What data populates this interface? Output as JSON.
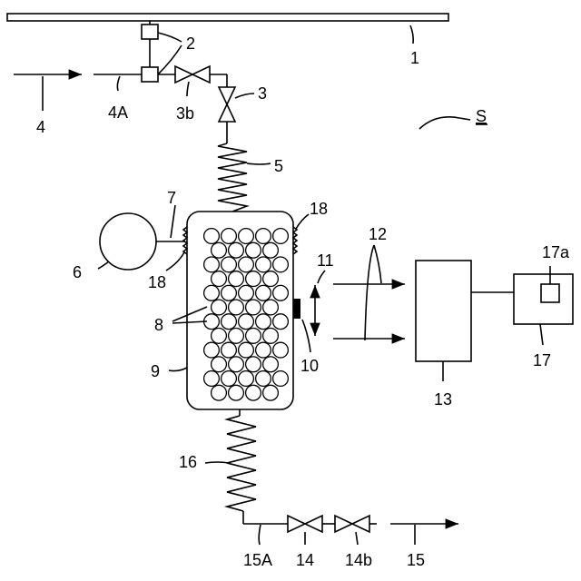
{
  "diagram": {
    "labels": {
      "n1": "1",
      "n2": "2",
      "n3": "3",
      "n3b": "3b",
      "n4": "4",
      "n4A": "4A",
      "n5": "5",
      "n6": "6",
      "n7": "7",
      "n8": "8",
      "n9": "9",
      "n10": "10",
      "n11": "11",
      "n12": "12",
      "n13": "13",
      "n14": "14",
      "n14b": "14b",
      "n15": "15",
      "n15A": "15A",
      "n16": "16",
      "n17": "17",
      "n17a": "17a",
      "n18a": "18",
      "n18b": "18",
      "system": "S"
    }
  }
}
